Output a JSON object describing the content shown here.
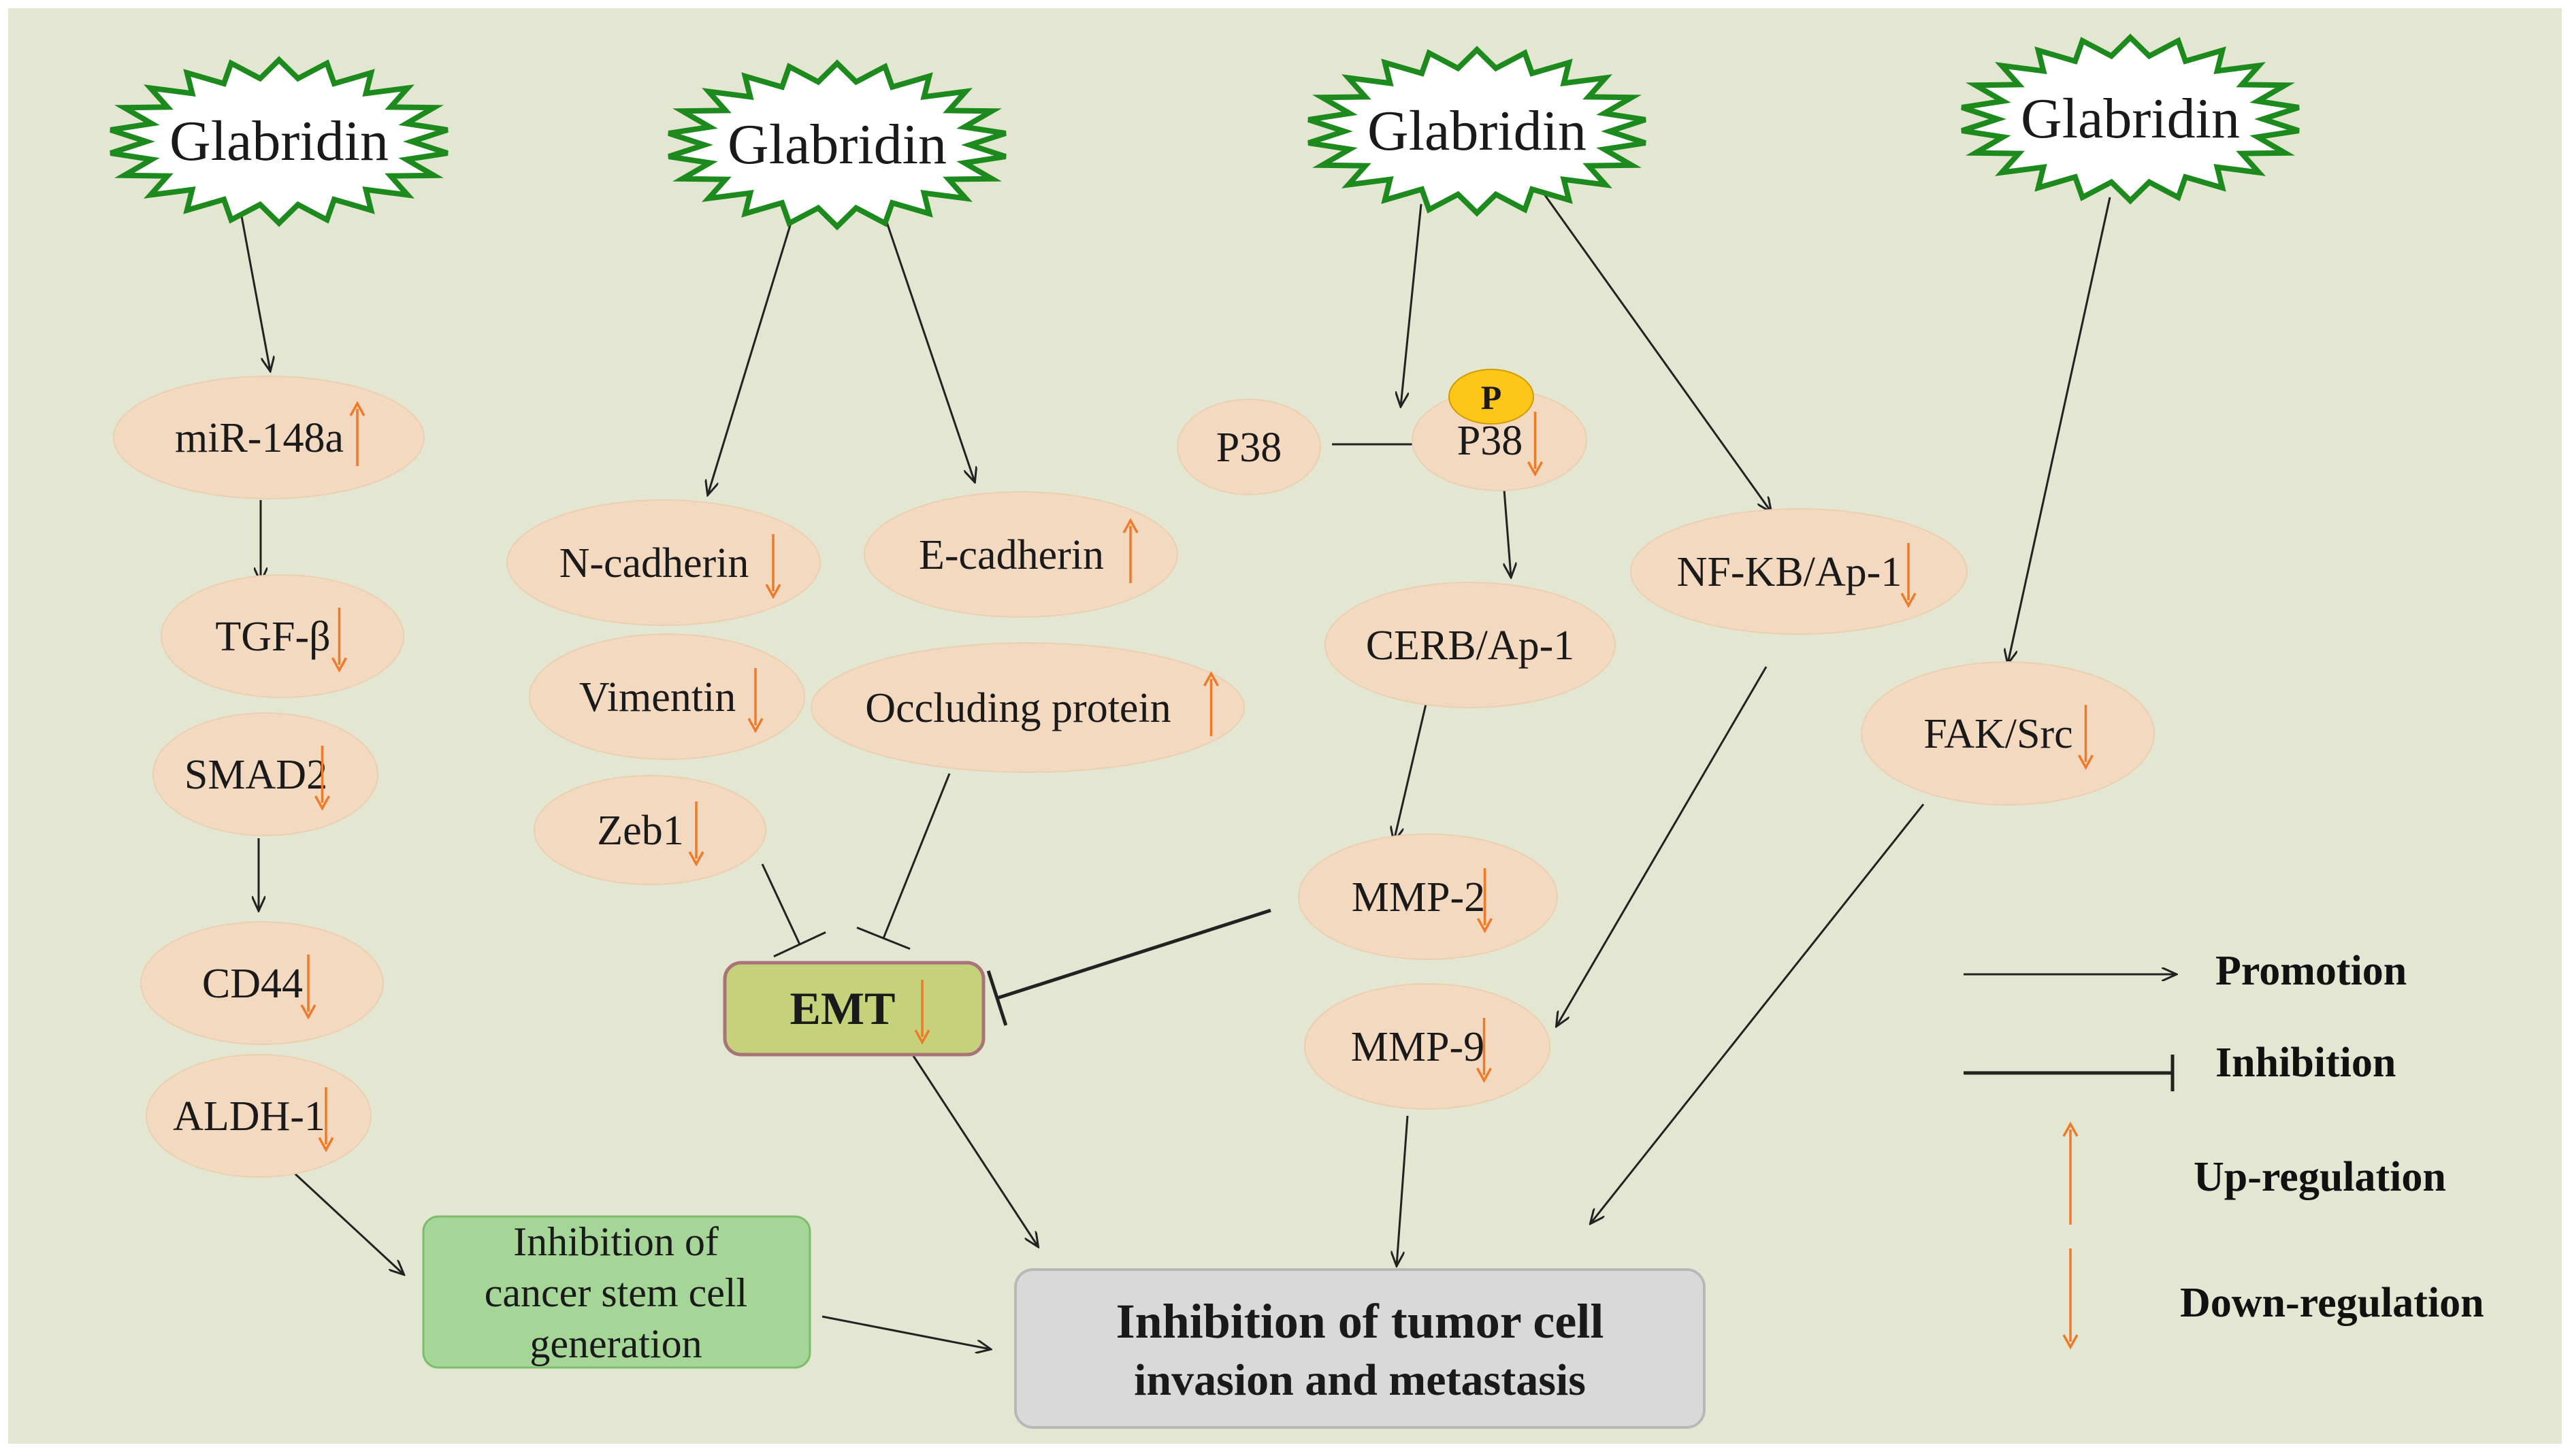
{
  "colors": {
    "background": "#e3e6d1",
    "ellipse_fill": "#f2d9bf",
    "ellipse_stroke": "#ebcfb2",
    "arrow_orange": "#ee7a2a",
    "star_stroke": "#1d8a1d",
    "emt_fill": "#c6d27a",
    "emt_stroke": "#a8747a",
    "stem_fill": "#a5d698",
    "stem_stroke": "#7bbd6b",
    "final_fill": "#d9d9d9",
    "final_stroke": "#b8b8b8",
    "phospho_fill": "#ffc61a",
    "line": "#222222"
  },
  "drug": {
    "label": "Glabridin",
    "count": 4
  },
  "nodes": {
    "mir148a": {
      "label": "miR-148a",
      "regulation": "up"
    },
    "tgfb": {
      "label": "TGF-β",
      "regulation": "down"
    },
    "smad2": {
      "label": "SMAD2",
      "regulation": "down"
    },
    "cd44": {
      "label": "CD44",
      "regulation": "down"
    },
    "aldh1": {
      "label": "ALDH-1",
      "regulation": "down"
    },
    "ncadherin": {
      "label": "N-cadherin",
      "regulation": "down"
    },
    "vimentin": {
      "label": "Vimentin",
      "regulation": "down"
    },
    "zeb1": {
      "label": "Zeb1",
      "regulation": "down"
    },
    "ecadherin": {
      "label": "E-cadherin",
      "regulation": "up"
    },
    "occluding": {
      "label": "Occluding protein",
      "regulation": "up"
    },
    "p38": {
      "label": "P38"
    },
    "pp38": {
      "label": "P38",
      "regulation": "down",
      "phospho": "P"
    },
    "cerb": {
      "label": "CERB/Ap-1"
    },
    "mmp2": {
      "label": "MMP-2",
      "regulation": "down"
    },
    "mmp9": {
      "label": "MMP-9",
      "regulation": "down"
    },
    "nfkb": {
      "label": "NF-KB/Ap-1",
      "regulation": "down"
    },
    "faksrc": {
      "label": "FAK/Src",
      "regulation": "down"
    },
    "emt": {
      "label": "EMT",
      "regulation": "down"
    },
    "stem": {
      "lines": [
        "Inhibition of",
        "cancer stem cell",
        "generation"
      ]
    },
    "final": {
      "lines": [
        "Inhibition of tumor cell",
        "invasion and metastasis"
      ]
    }
  },
  "legend": {
    "promotion": "Promotion",
    "inhibition": "Inhibition",
    "upregulation": "Up-regulation",
    "downregulation": "Down-regulation"
  }
}
